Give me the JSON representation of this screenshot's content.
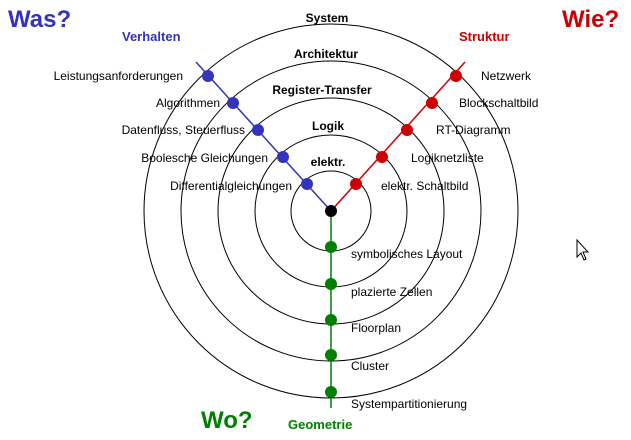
{
  "corners": {
    "was": "Was?",
    "wie": "Wie?",
    "wo": "Wo?"
  },
  "axes": {
    "verhalten": "Verhalten",
    "struktur": "Struktur",
    "geometrie": "Geometrie"
  },
  "levels": [
    "System",
    "Architektur",
    "Register-Transfer",
    "Logik",
    "elektr."
  ],
  "verhalten_items": [
    "Leistungsanforderungen",
    "Algorithmen",
    "Datenfluss, Steuerfluss",
    "Boolesche Gleichungen",
    "Differentialgleichungen"
  ],
  "struktur_items": [
    "Netzwerk",
    "Blockschaltbild",
    "RT-Diagramm",
    "Logiknetzliste",
    "elektr. Schaltbild"
  ],
  "geometrie_items": [
    "symbolisches Layout",
    "plazierte Zellen",
    "Floorplan",
    "Cluster",
    "Systempartitionierung"
  ],
  "colors": {
    "verhalten": "#3333bb",
    "struktur": "#cc0000",
    "geometrie": "#008000",
    "center": "#000000"
  },
  "icons": {
    "cursor": "mouse-pointer-icon"
  }
}
